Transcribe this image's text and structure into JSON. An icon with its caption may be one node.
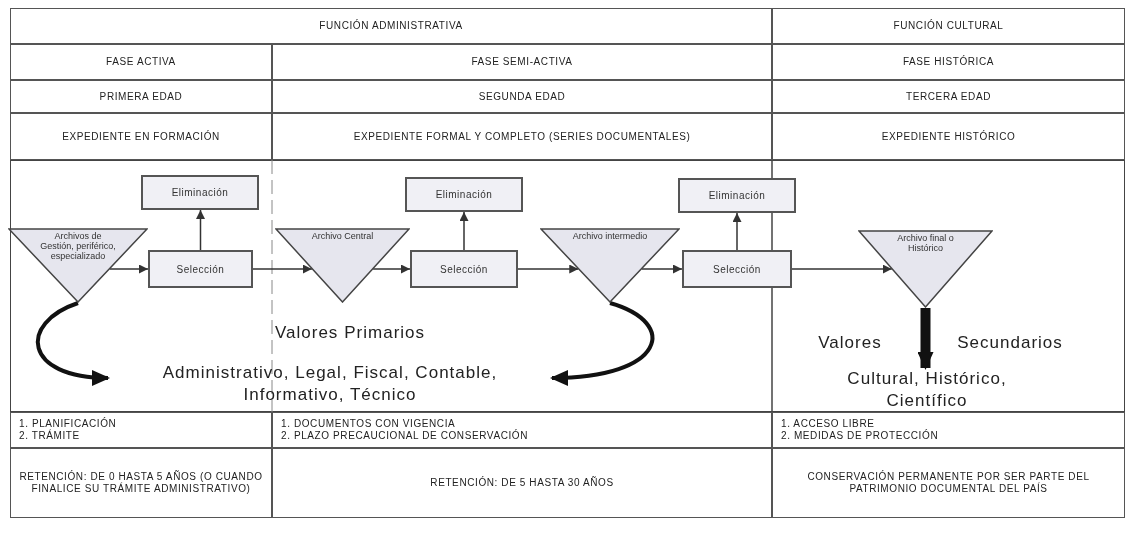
{
  "diagram": {
    "nodes": [
      {
        "text": [
          "Archivos de Gestión, periférico, especializado"
        ]
      },
      {
        "text": [
          "Selección"
        ]
      },
      {
        "text": [
          "Eliminación"
        ]
      },
      {
        "text": [
          "Archivo Central"
        ]
      },
      {
        "text": [
          "Selección"
        ]
      },
      {
        "text": [
          "Eliminación"
        ]
      },
      {
        "text": [
          "Archivo intermedio"
        ]
      },
      {
        "text": [
          "Selección"
        ]
      },
      {
        "text": [
          "Eliminación"
        ]
      },
      {
        "text": [
          "Archivo final o Histórico"
        ]
      },
      {
        "text": [
          "Administrativo, Legal, Fiscal, Contable, Informativo, Técnico"
        ]
      },
      {
        "text": [
          "Cultural, Histórico, Científico"
        ]
      }
    ],
    "edges": [
      {
        "from": 0,
        "to": 1,
        "arrow": "to"
      },
      {
        "from": 1,
        "to": 2,
        "arrow": "to"
      },
      {
        "from": 1,
        "to": 3,
        "arrow": "to"
      },
      {
        "from": 3,
        "to": 4,
        "arrow": "to"
      },
      {
        "from": 4,
        "to": 5,
        "arrow": "to"
      },
      {
        "from": 4,
        "to": 6,
        "arrow": "to"
      },
      {
        "from": 6,
        "to": 7,
        "arrow": "to"
      },
      {
        "from": 7,
        "to": 8,
        "arrow": "to"
      },
      {
        "from": 7,
        "to": 9,
        "arrow": "to"
      },
      {
        "from": 0,
        "to": 10,
        "arrow": "to",
        "style": "thick"
      },
      {
        "from": 6,
        "to": 10,
        "arrow": "to",
        "style": "thick"
      },
      {
        "from": 9,
        "to": 11,
        "arrow": "to",
        "style": "thick"
      }
    ],
    "labels": [
      "FUNCIÓN ADMINISTRATIVA",
      "FUNCIÓN CULTURAL",
      "FASE ACTIVA",
      "FASE SEMI-ACTIVA",
      "FASE HISTÓRICA",
      "PRIMERA EDAD",
      "SEGUNDA EDAD",
      "TERCERA EDAD",
      "EXPEDIENTE EN FORMACIÓN",
      "EXPEDIENTE FORMAL Y COMPLETO (SERIES DOCUMENTALES)",
      "EXPEDIENTE HISTÓRICO",
      "Valores Primarios",
      "Valores",
      "Secundarios",
      "1. PLANIFICACIÓN",
      "2. TRÁMITE",
      "1. DOCUMENTOS CON VIGENCIA",
      "2. PLAZO PRECAUCIONAL DE CONSERVACIÓN",
      "1. ACCESO LIBRE",
      "2. MEDIDAS DE PROTECCIÓN",
      "RETENCIÓN: DE 0 HASTA 5 AÑOS (O CUANDO FINALICE SU TRÁMITE ADMINISTRATIVO)",
      "RETENCIÓN: DE 5 HASTA 30 AÑOS",
      "CONSERVACIÓN PERMANENTE POR SER PARTE DEL PATRIMONIO DOCUMENTAL DEL PAÍS"
    ]
  }
}
